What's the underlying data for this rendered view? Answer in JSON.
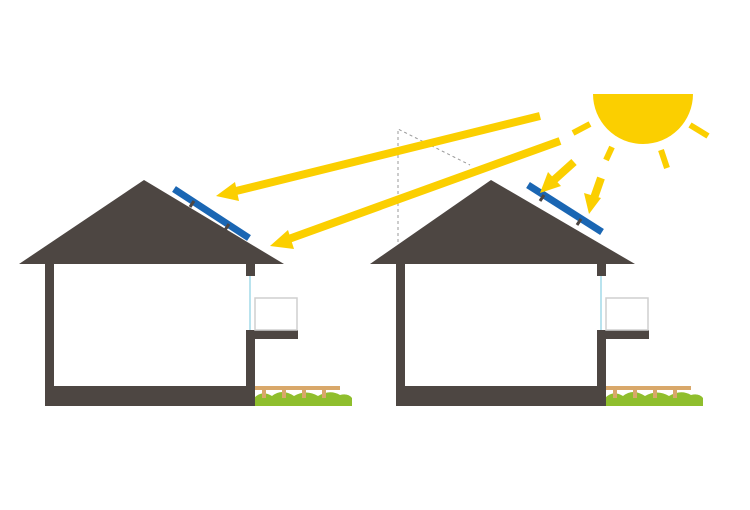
{
  "colors": {
    "house": "#4d4642",
    "panel": "#1a66b3",
    "sun": "#fbcf00",
    "sun_ray": "#fbcf00",
    "grass": "#8fbe2d",
    "deck": "#d9a86a",
    "window": "#b9e3ee",
    "railing": "#cfcfcf",
    "guide_line": "#999999",
    "background": "#ffffff"
  },
  "icons": {
    "sun": "sun-icon",
    "solar_panel": "solar-panel-icon",
    "house": "house-icon"
  },
  "scene": {
    "houses": [
      {
        "name": "house-left",
        "panel": "roof-solar-panel",
        "sunlight_arrows": 2
      },
      {
        "name": "house-right",
        "panel": "roof-solar-panel",
        "sunlight_arrows": 2
      }
    ]
  }
}
